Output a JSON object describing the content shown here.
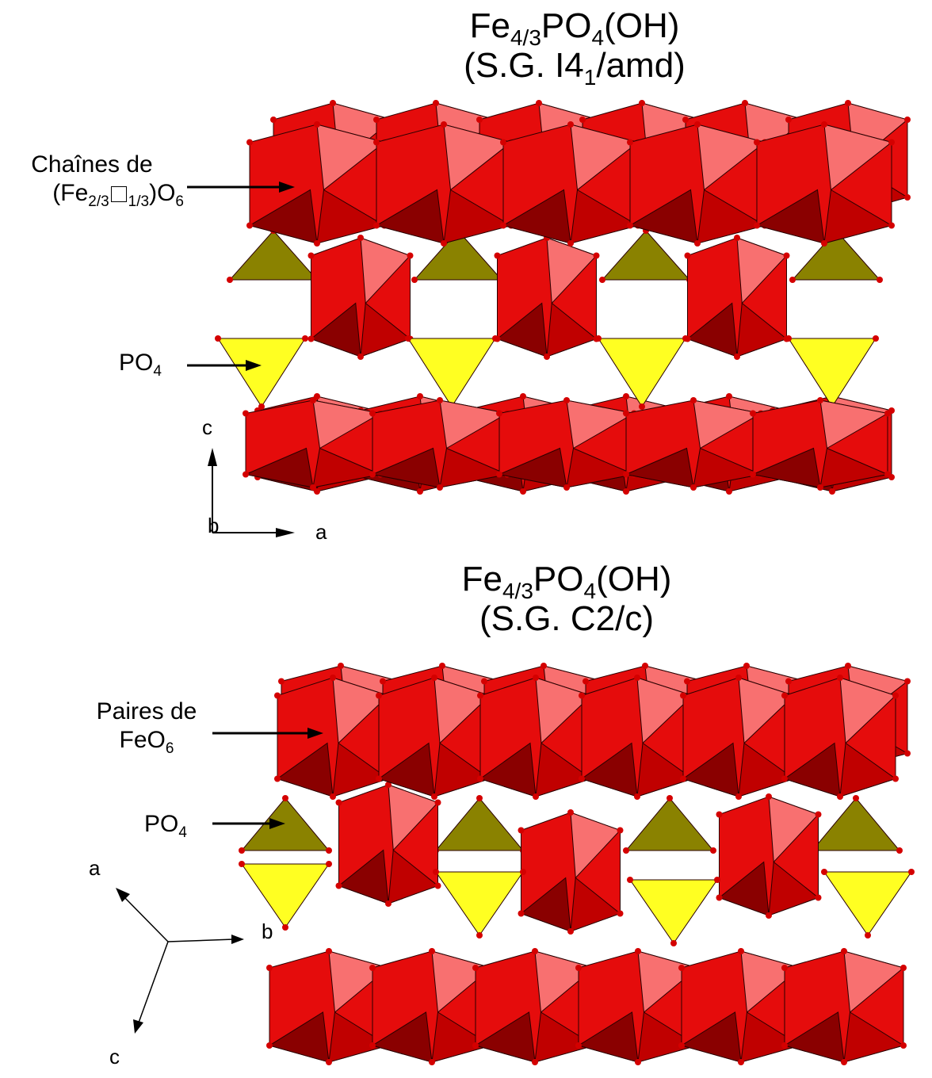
{
  "top": {
    "title_base": "Fe",
    "title_sub1": "4/3",
    "title_mid": "PO",
    "title_sub2": "4",
    "title_end": "(OH)",
    "sg_prefix": "(S.G. I4",
    "sg_sub": "1",
    "sg_suffix": "/amd)",
    "label_chains_line1": "Chaînes de",
    "label_chains_a": "(Fe",
    "label_chains_sub1": "2/3",
    "label_chains_sub2": "1/3",
    "label_chains_b": ")O",
    "label_chains_sub3": "6",
    "label_po4": "PO",
    "label_po4_sub": "4",
    "axis_c": "c",
    "axis_b": "b",
    "axis_a": "a"
  },
  "bottom": {
    "title_base": "Fe",
    "title_sub1": "4/3",
    "title_mid": "PO",
    "title_sub2": "4",
    "title_end": "(OH)",
    "sg": "(S.G. C2/c)",
    "label_pairs_line1": "Paires de",
    "label_pairs_line2": "FeO",
    "label_pairs_sub": "6",
    "label_po4": "PO",
    "label_po4_sub": "4",
    "axis_a": "a",
    "axis_b": "b",
    "axis_c": "c"
  },
  "colors": {
    "octa_red": "#e50c0c",
    "octa_light": "#f87070",
    "octa_dark": "#8a0000",
    "tetra_yellow": "#ffff22",
    "tetra_olive": "#8a8200",
    "atom": "#d40000"
  }
}
